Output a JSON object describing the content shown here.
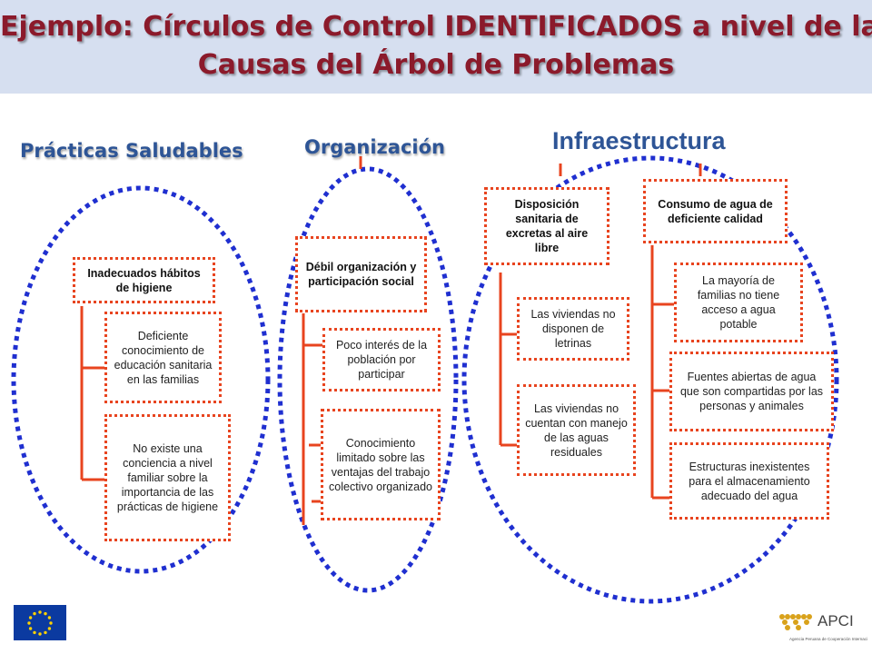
{
  "title": {
    "line1": "Ejemplo:  Círculos de Control IDENTIFICADOS a nivel de las",
    "line2": "Causas del Árbol de Problemas"
  },
  "groups": {
    "practicas": {
      "title": "Prácticas Saludables",
      "parent": "Inadecuados hábitos de higiene",
      "children": [
        "Deficiente conocimiento de educación sanitaria en las familias",
        "No existe una conciencia a nivel familiar sobre la importancia de las prácticas de higiene"
      ]
    },
    "organizacion": {
      "title": "Organización",
      "parent": "Débil organización y participación social",
      "children": [
        "Poco interés de la población por participar",
        "Conocimiento limitado sobre las ventajas del trabajo colectivo organizado"
      ]
    },
    "infraestructura": {
      "title": "Infraestructura",
      "causes": [
        {
          "parent": "Disposición sanitaria de excretas al aire libre",
          "children": [
            "Las viviendas no disponen de letrinas",
            "Las viviendas no cuentan con manejo de las aguas residuales"
          ]
        },
        {
          "parent": "Consumo de agua de deficiente calidad",
          "children": [
            "La mayoría de familias no tiene acceso a agua potable",
            "Fuentes abiertas de agua que son compartidas por las personas y animales",
            "Estructuras inexistentes para el almacenamiento adecuado del agua"
          ]
        }
      ]
    }
  },
  "logos": {
    "apci": "APCI",
    "apci_tagline": "Agencia Peruana de Cooperación Internacional"
  },
  "colors": {
    "title": "#8b1a2b",
    "group_title": "#2e5596",
    "circle": "#1f2fd0",
    "connector": "#e8441f",
    "header_bg": "#d6dff0"
  }
}
